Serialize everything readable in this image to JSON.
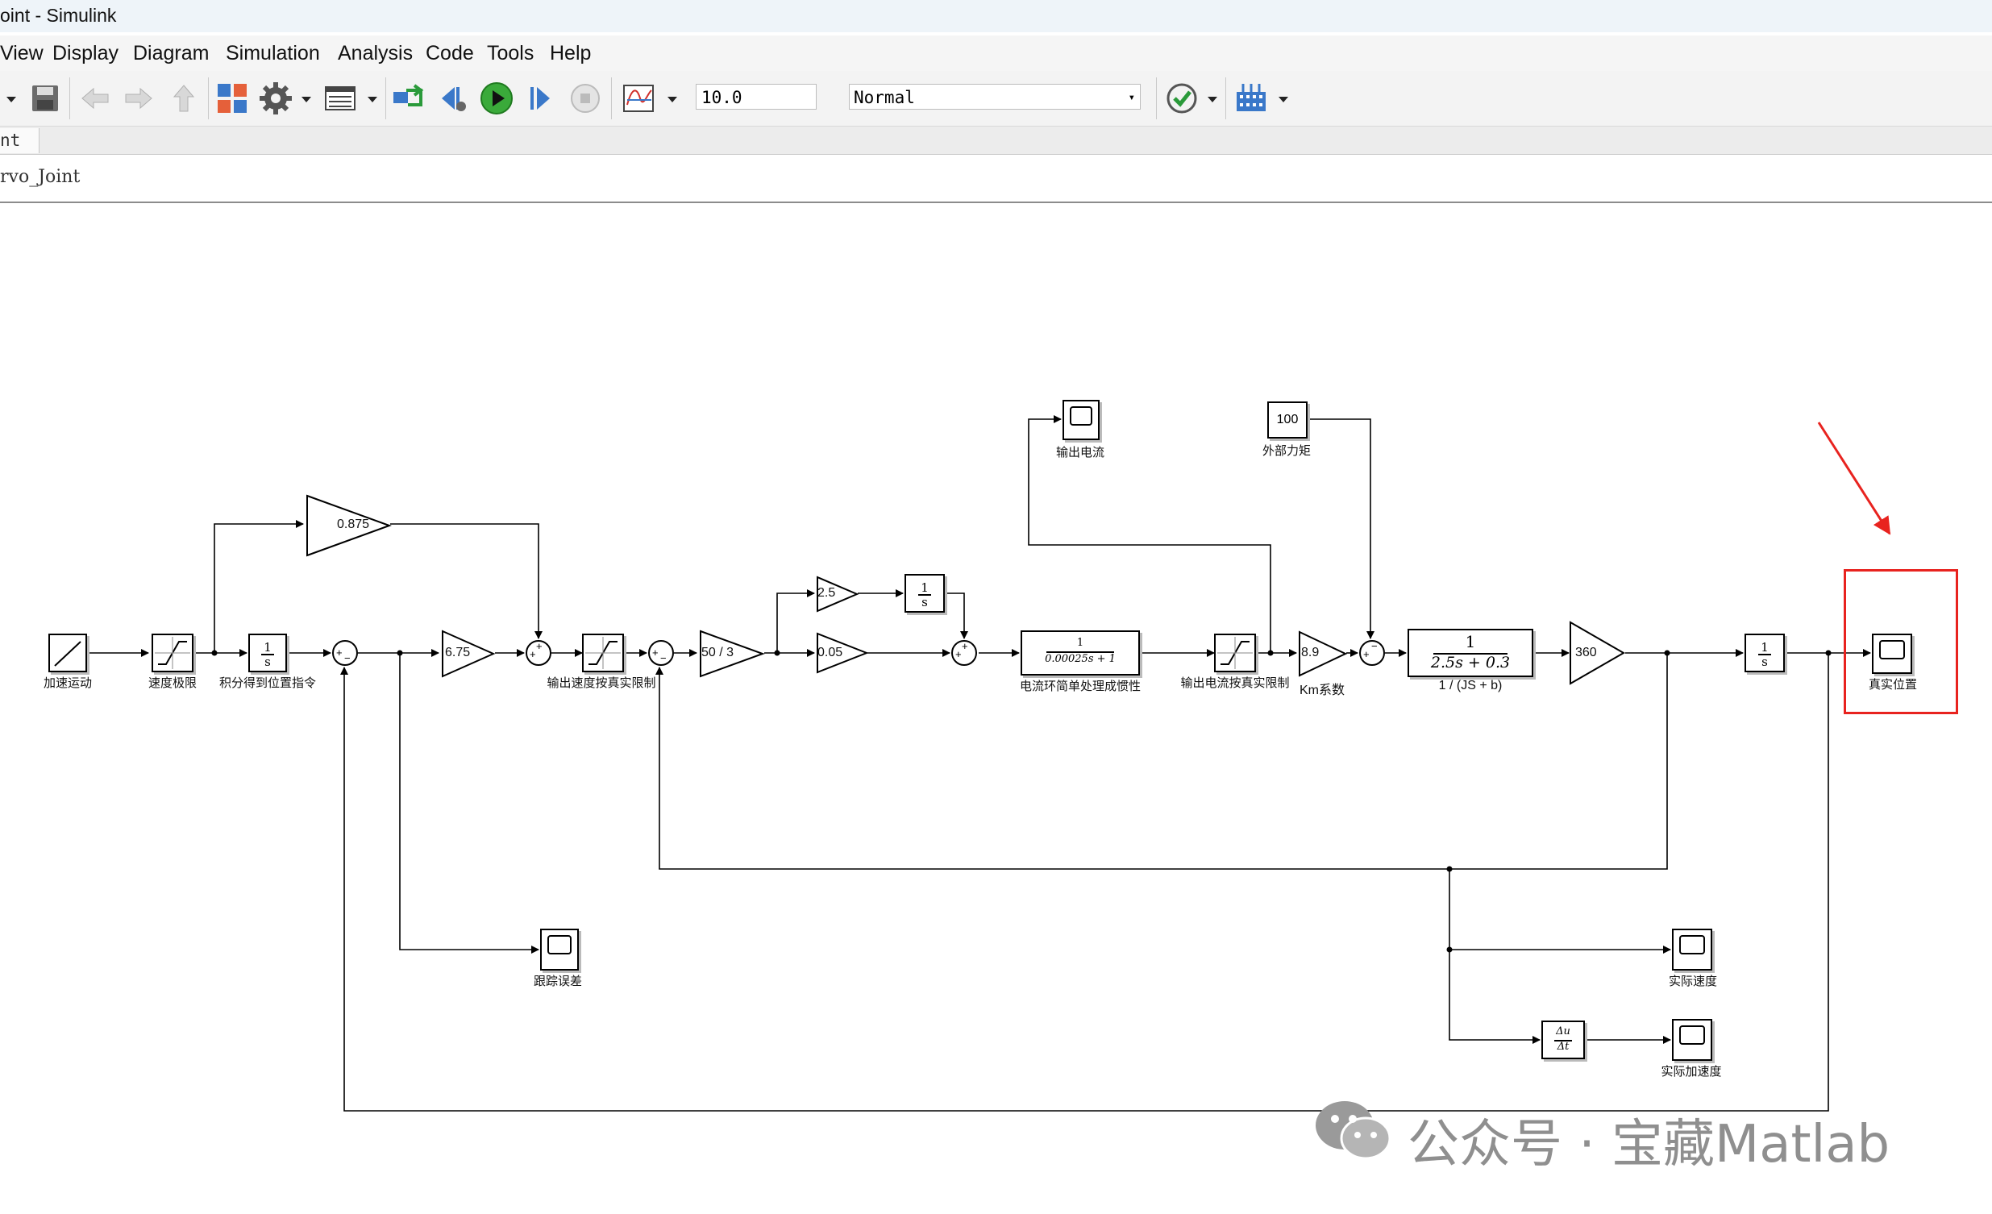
{
  "window": {
    "title": "oint - Simulink"
  },
  "menu": [
    "View",
    "Display",
    "Diagram",
    "Simulation",
    "Analysis",
    "Code",
    "Tools",
    "Help"
  ],
  "toolbar": {
    "stop_time": "10.0",
    "sim_mode": "Normal",
    "icons": [
      "dropdown-arrow-icon",
      "save-icon",
      "back-icon",
      "forward-icon",
      "up-icon",
      "library-browser-icon",
      "model-config-icon",
      "dropdown-arrow-icon",
      "model-explorer-icon",
      "dropdown-arrow-icon",
      "update-diagram-icon",
      "step-back-icon",
      "run-icon",
      "step-forward-icon",
      "stop-icon",
      "signal-viewer-icon",
      "dropdown-arrow-icon",
      "model-advisor-check-icon",
      "dropdown-arrow-icon",
      "build-icon",
      "dropdown-arrow-icon"
    ]
  },
  "tab": {
    "label": "nt"
  },
  "breadcrumb": {
    "path": "rvo_Joint"
  },
  "blocks": {
    "ramp": {
      "label": "加速运动"
    },
    "sat1": {
      "label": "速度极限"
    },
    "int1": {
      "num": "1",
      "den": "s",
      "label": "积分得到位置指令"
    },
    "gain_0875": {
      "value": "0.875"
    },
    "gain_675": {
      "value": "6.75"
    },
    "sat2": {
      "label": "输出速度按真实限制"
    },
    "gain_50_3": {
      "value": "50 / 3"
    },
    "gain_25": {
      "value": "2.5"
    },
    "int2": {
      "num": "1",
      "den": "s"
    },
    "gain_005": {
      "value": "0.05"
    },
    "tf_current": {
      "num": "1",
      "den": "0.00025s + 1",
      "label": "电流环简单处理成惯性"
    },
    "sat3": {
      "label": "输出电流按真实限制"
    },
    "gain_km": {
      "value": "8.9",
      "label": "Km系数"
    },
    "const_torque": {
      "value": "100",
      "label": "外部力矩"
    },
    "scope_current": {
      "label": "输出电流"
    },
    "tf_plant": {
      "num": "1",
      "den": "2.5s + 0.3",
      "label": "1 / (JS + b)"
    },
    "gain_360": {
      "value": "360"
    },
    "int3": {
      "num": "1",
      "den": "s"
    },
    "scope_pos": {
      "label": "真实位置"
    },
    "scope_err": {
      "label": "跟踪误差"
    },
    "scope_vel": {
      "label": "实际速度"
    },
    "deriv": {
      "num": "Δu",
      "den": "Δt"
    },
    "scope_acc": {
      "label": "实际加速度"
    }
  },
  "watermark": {
    "text": "公众号 · 宝藏Matlab"
  },
  "colors": {
    "highlight": "#e8231f",
    "arrow": "#e8231f"
  }
}
